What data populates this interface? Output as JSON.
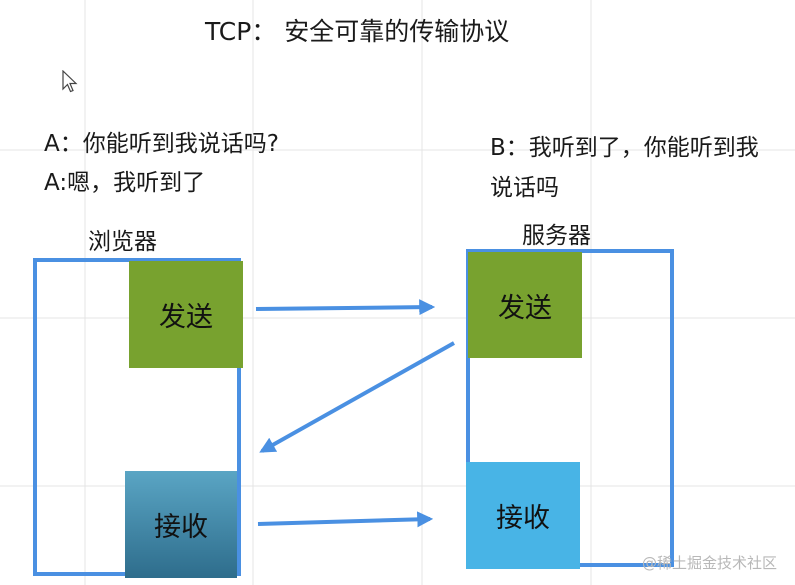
{
  "title": "TCP： 安全可靠的传输协议",
  "dialogue": {
    "a_line1": "A：你能听到我说话吗?",
    "a_line2": "A:嗯，我听到了",
    "b_line1": "B：我听到了，你能听到我",
    "b_line2": "说话吗"
  },
  "browser": {
    "label": "浏览器",
    "send_label": "发送",
    "receive_label": "接收"
  },
  "server": {
    "label": "服务器",
    "send_label": "发送",
    "receive_label": "接收"
  },
  "watermark": "@稀土掘金技术社区",
  "colors": {
    "send_box": "#78a22f",
    "browser_receive_box": "#3a7e9e",
    "server_receive_box": "#48b4e6",
    "frame_and_arrows": "#4a90e2",
    "grid_lines": "#e4e4e4"
  }
}
